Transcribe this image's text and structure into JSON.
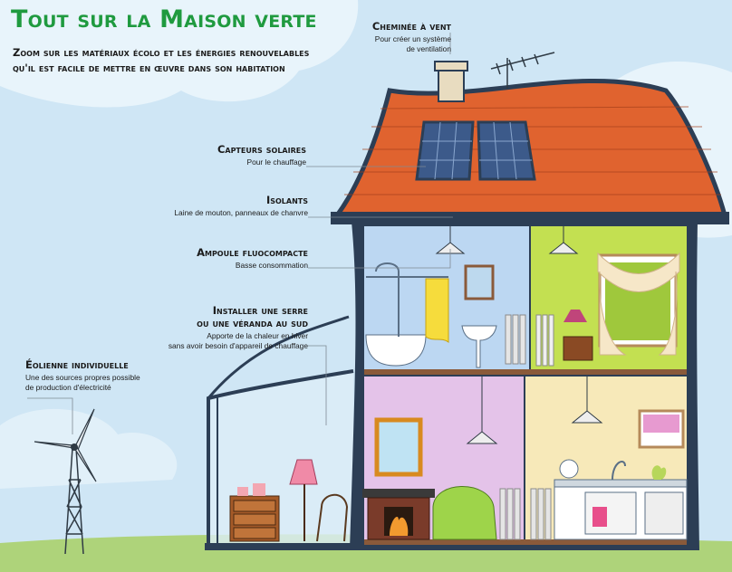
{
  "header": {
    "title": "Tout sur la Maison verte",
    "subtitle": "Zoom sur les matériaux écolo et les énergies renouvelables qu'il est facile de mettre en œuvre dans son habitation"
  },
  "callouts": {
    "chimney": {
      "title": "Cheminée à vent",
      "desc_line1": "Pour créer un système",
      "desc_line2": "de ventilation"
    },
    "solar": {
      "title": "Capteurs solaires",
      "desc": "Pour le chauffage"
    },
    "insulation": {
      "title": "Isolants",
      "desc": "Laine de mouton, panneaux de chanvre"
    },
    "bulb": {
      "title": "Ampoule fluocompacte",
      "desc": "Basse consommation"
    },
    "greenhouse": {
      "title_line1": "Installer une serre",
      "title_line2": "ou une véranda au sud",
      "desc_line1": "Apporte de la chaleur en hiver",
      "desc_line2": "sans avoir besoin d'appareil de chauffage"
    },
    "wind": {
      "title": "Éolienne individuelle",
      "desc_line1": "Une des sources propres possible",
      "desc_line2": "de production d'électricité"
    }
  },
  "colors": {
    "title_green": "#1f9a3f",
    "sky": "#cfe6f5",
    "roof": "#e0632f",
    "bathroom": "#bcd7f2",
    "bedroom": "#c3e051",
    "living_room": "#e4c3e9",
    "kitchen": "#f7e9b9",
    "grass": "#aed37a"
  }
}
